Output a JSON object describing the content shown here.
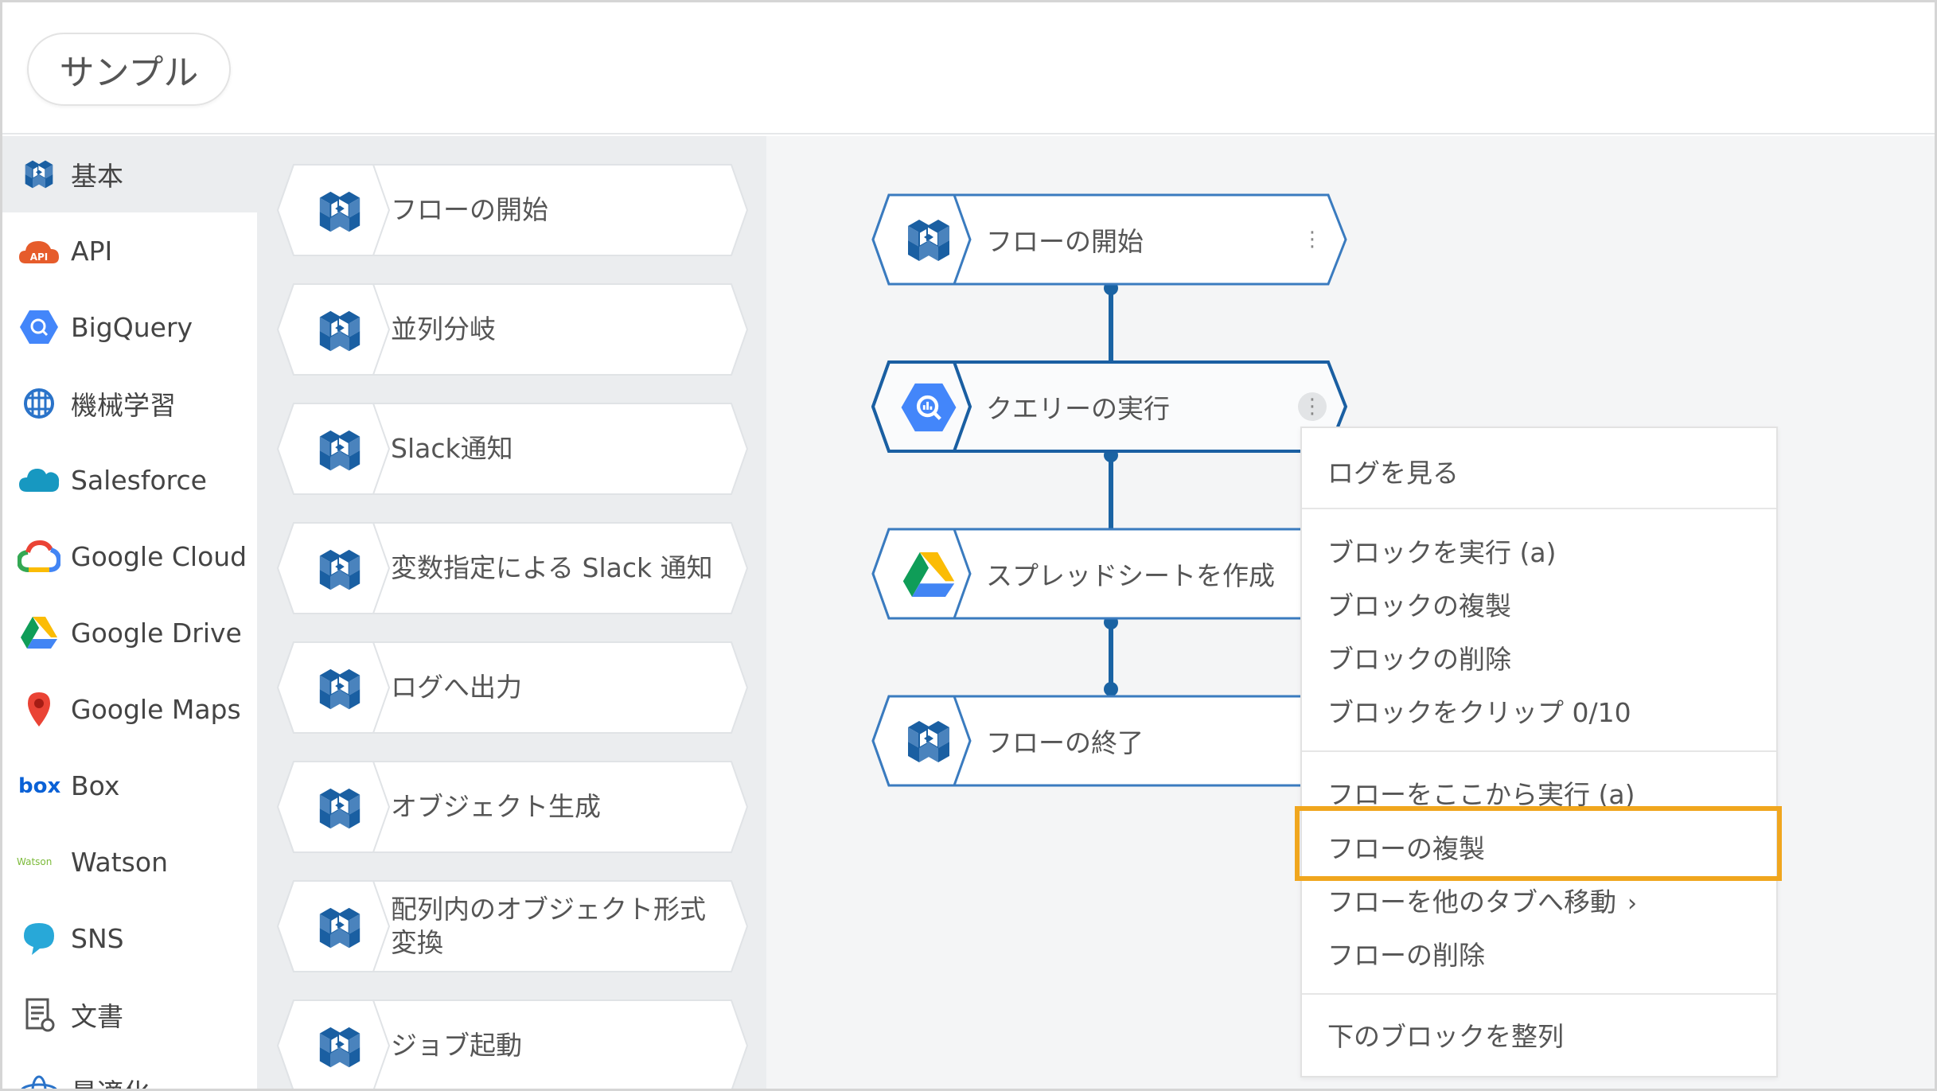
{
  "header": {
    "tab_label": "サンプル"
  },
  "sidebar": {
    "items": [
      {
        "label": "基本",
        "icon": "block-icon",
        "active": true
      },
      {
        "label": "API",
        "icon": "api-icon"
      },
      {
        "label": "BigQuery",
        "icon": "bigquery-icon"
      },
      {
        "label": "機械学習",
        "icon": "brain-icon"
      },
      {
        "label": "Salesforce",
        "icon": "salesforce-icon"
      },
      {
        "label": "Google Cloud",
        "icon": "google-cloud-icon"
      },
      {
        "label": "Google Drive",
        "icon": "google-drive-icon"
      },
      {
        "label": "Google Maps",
        "icon": "google-maps-icon"
      },
      {
        "label": "Box",
        "icon": "box-icon"
      },
      {
        "label": "Watson",
        "icon": "watson-icon"
      },
      {
        "label": "SNS",
        "icon": "sns-icon"
      },
      {
        "label": "文書",
        "icon": "document-icon"
      },
      {
        "label": "最適化",
        "icon": "optimization-icon"
      }
    ]
  },
  "palette": {
    "blocks": [
      {
        "label": "フローの開始"
      },
      {
        "label": "並列分岐"
      },
      {
        "label": "Slack通知"
      },
      {
        "label": "変数指定による Slack 通知"
      },
      {
        "label": "ログへ出力"
      },
      {
        "label": "オブジェクト生成"
      },
      {
        "label": "配列内のオブジェクト形式変換"
      },
      {
        "label": "ジョブ起動"
      }
    ]
  },
  "flow": {
    "blocks": [
      {
        "label": "フローの開始",
        "icon": "block-icon"
      },
      {
        "label": "クエリーの実行",
        "icon": "bigquery-icon",
        "selected": true
      },
      {
        "label": "スプレッドシートを作成",
        "icon": "google-drive-icon"
      },
      {
        "label": "フローの終了",
        "icon": "block-icon"
      }
    ]
  },
  "context_menu": {
    "view_logs": "ログを見る",
    "run_block": "ブロックを実行 (a)",
    "duplicate_block": "ブロックの複製",
    "delete_block": "ブロックの削除",
    "clip_block": "ブロックをクリップ 0/10",
    "run_flow_from_here": "フローをここから実行 (a)",
    "duplicate_flow": "フローの複製",
    "move_flow_to_tab": "フローを他のタブへ移動",
    "delete_flow": "フローの削除",
    "align_blocks_below": "下のブロックを整列",
    "chevron_icon": "chevron-right-icon",
    "highlighted_item": "フローの複製"
  },
  "colors": {
    "accent_blue": "#1a63a3",
    "bigquery_blue": "#4386fa",
    "highlight_orange": "#f0a61e",
    "palette_bg": "#ebedef",
    "canvas_bg": "#f4f5f6"
  }
}
